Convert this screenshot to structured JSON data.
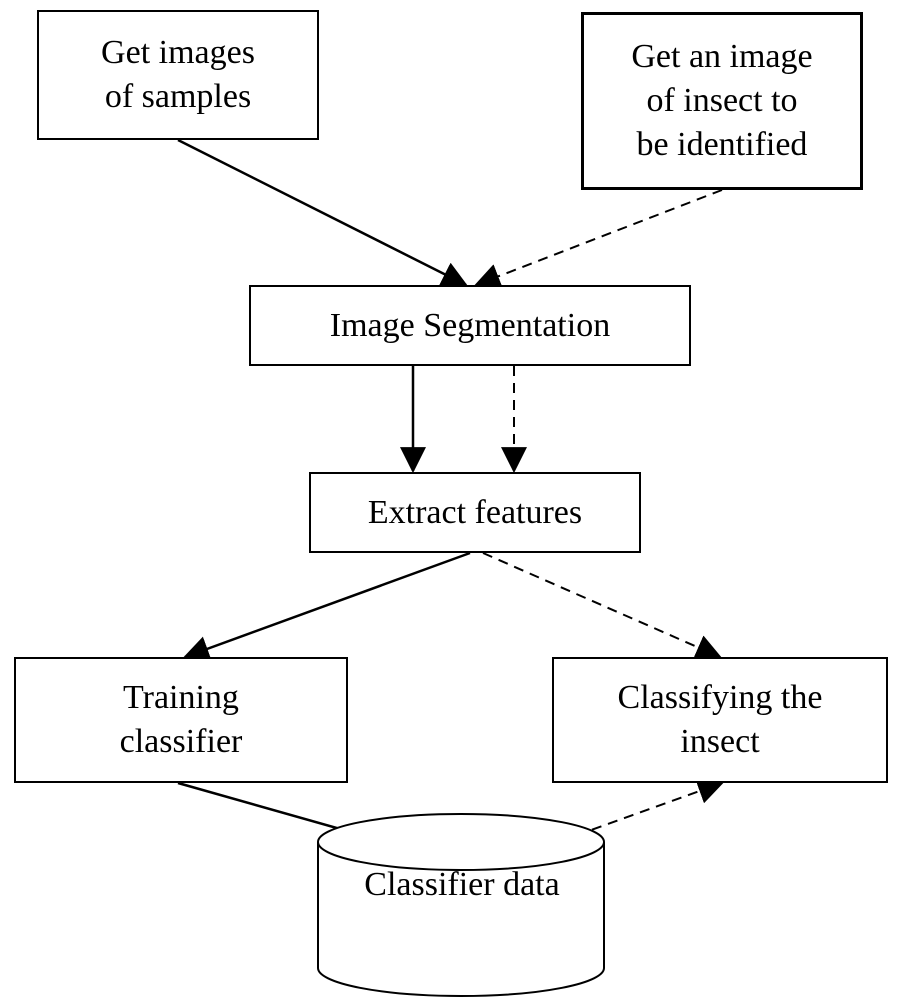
{
  "nodes": {
    "samples": "Get images\nof samples",
    "insect_image": "Get an image\nof insect to\nbe identified",
    "segmentation": "Image Segmentation",
    "features": "Extract features",
    "training": "Training\nclassifier",
    "classifying": "Classifying the\ninsect",
    "classifier_data": "Classifier data"
  },
  "edges": [
    {
      "from": "samples",
      "to": "segmentation",
      "style": "solid"
    },
    {
      "from": "insect_image",
      "to": "segmentation",
      "style": "dashed"
    },
    {
      "from": "segmentation",
      "to": "features",
      "style": "solid"
    },
    {
      "from": "segmentation",
      "to": "features",
      "style": "dashed"
    },
    {
      "from": "features",
      "to": "training",
      "style": "solid"
    },
    {
      "from": "features",
      "to": "classifying",
      "style": "dashed"
    },
    {
      "from": "training",
      "to": "classifier_data",
      "style": "solid"
    },
    {
      "from": "classifier_data",
      "to": "classifying",
      "style": "dashed"
    }
  ]
}
